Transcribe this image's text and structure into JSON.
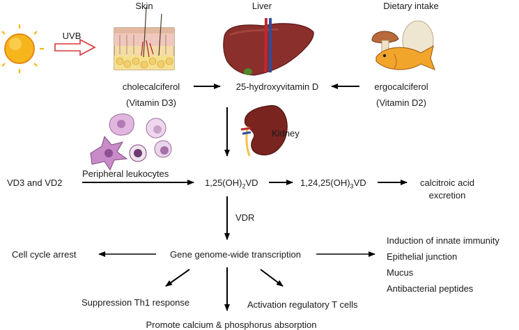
{
  "sources": {
    "skin": "Skin",
    "liver": "Liver",
    "dietary": "Dietary intake",
    "uvb": "UVB",
    "kidney": "Kidney"
  },
  "metabolites": {
    "cholecalciferol": "cholecalciferol",
    "vitamin_d3": "(Vitamin D3)",
    "hydroxy": "25-hydroxyvitamin D",
    "ergocalciferol": "ergocalciferol",
    "vitamin_d2": "(Vitamin D2)",
    "vd3_vd2": "VD3 and VD2",
    "leukocytes": "Peripheral leukocytes",
    "calcitriol_pre": "1,25(OH)",
    "calcitriol_sub": "2",
    "calcitriol_post": "VD",
    "trihydroxy_pre": "1,24,25(OH)",
    "trihydroxy_sub": "3",
    "trihydroxy_post": "VD",
    "calcitroic_line1": "calcitroic acid",
    "calcitroic_line2": "excretion",
    "vdr": "VDR"
  },
  "effects": {
    "center": "Gene genome-wide transcription",
    "cell_cycle": "Cell cycle arrest",
    "th1": "Suppression Th1 response",
    "calcium": "Promote calcium & phosphorus absorption",
    "treg": "Activation regulatory T cells",
    "innate": "Induction of innate immunity",
    "epithelial": "Epithelial junction",
    "mucus": "Mucus",
    "antibacterial": "Antibacterial peptides"
  },
  "colors": {
    "sun": "#f7b51c",
    "uvb_arrow": "#d9343a",
    "liver": "#8a2f2c",
    "kidney": "#7a2420",
    "skin": "#e8c98a",
    "egg": "#efe6d2",
    "fish": "#f2a52b",
    "mushroom": "#b86a3c",
    "leukocyte": "#c88bc8"
  }
}
